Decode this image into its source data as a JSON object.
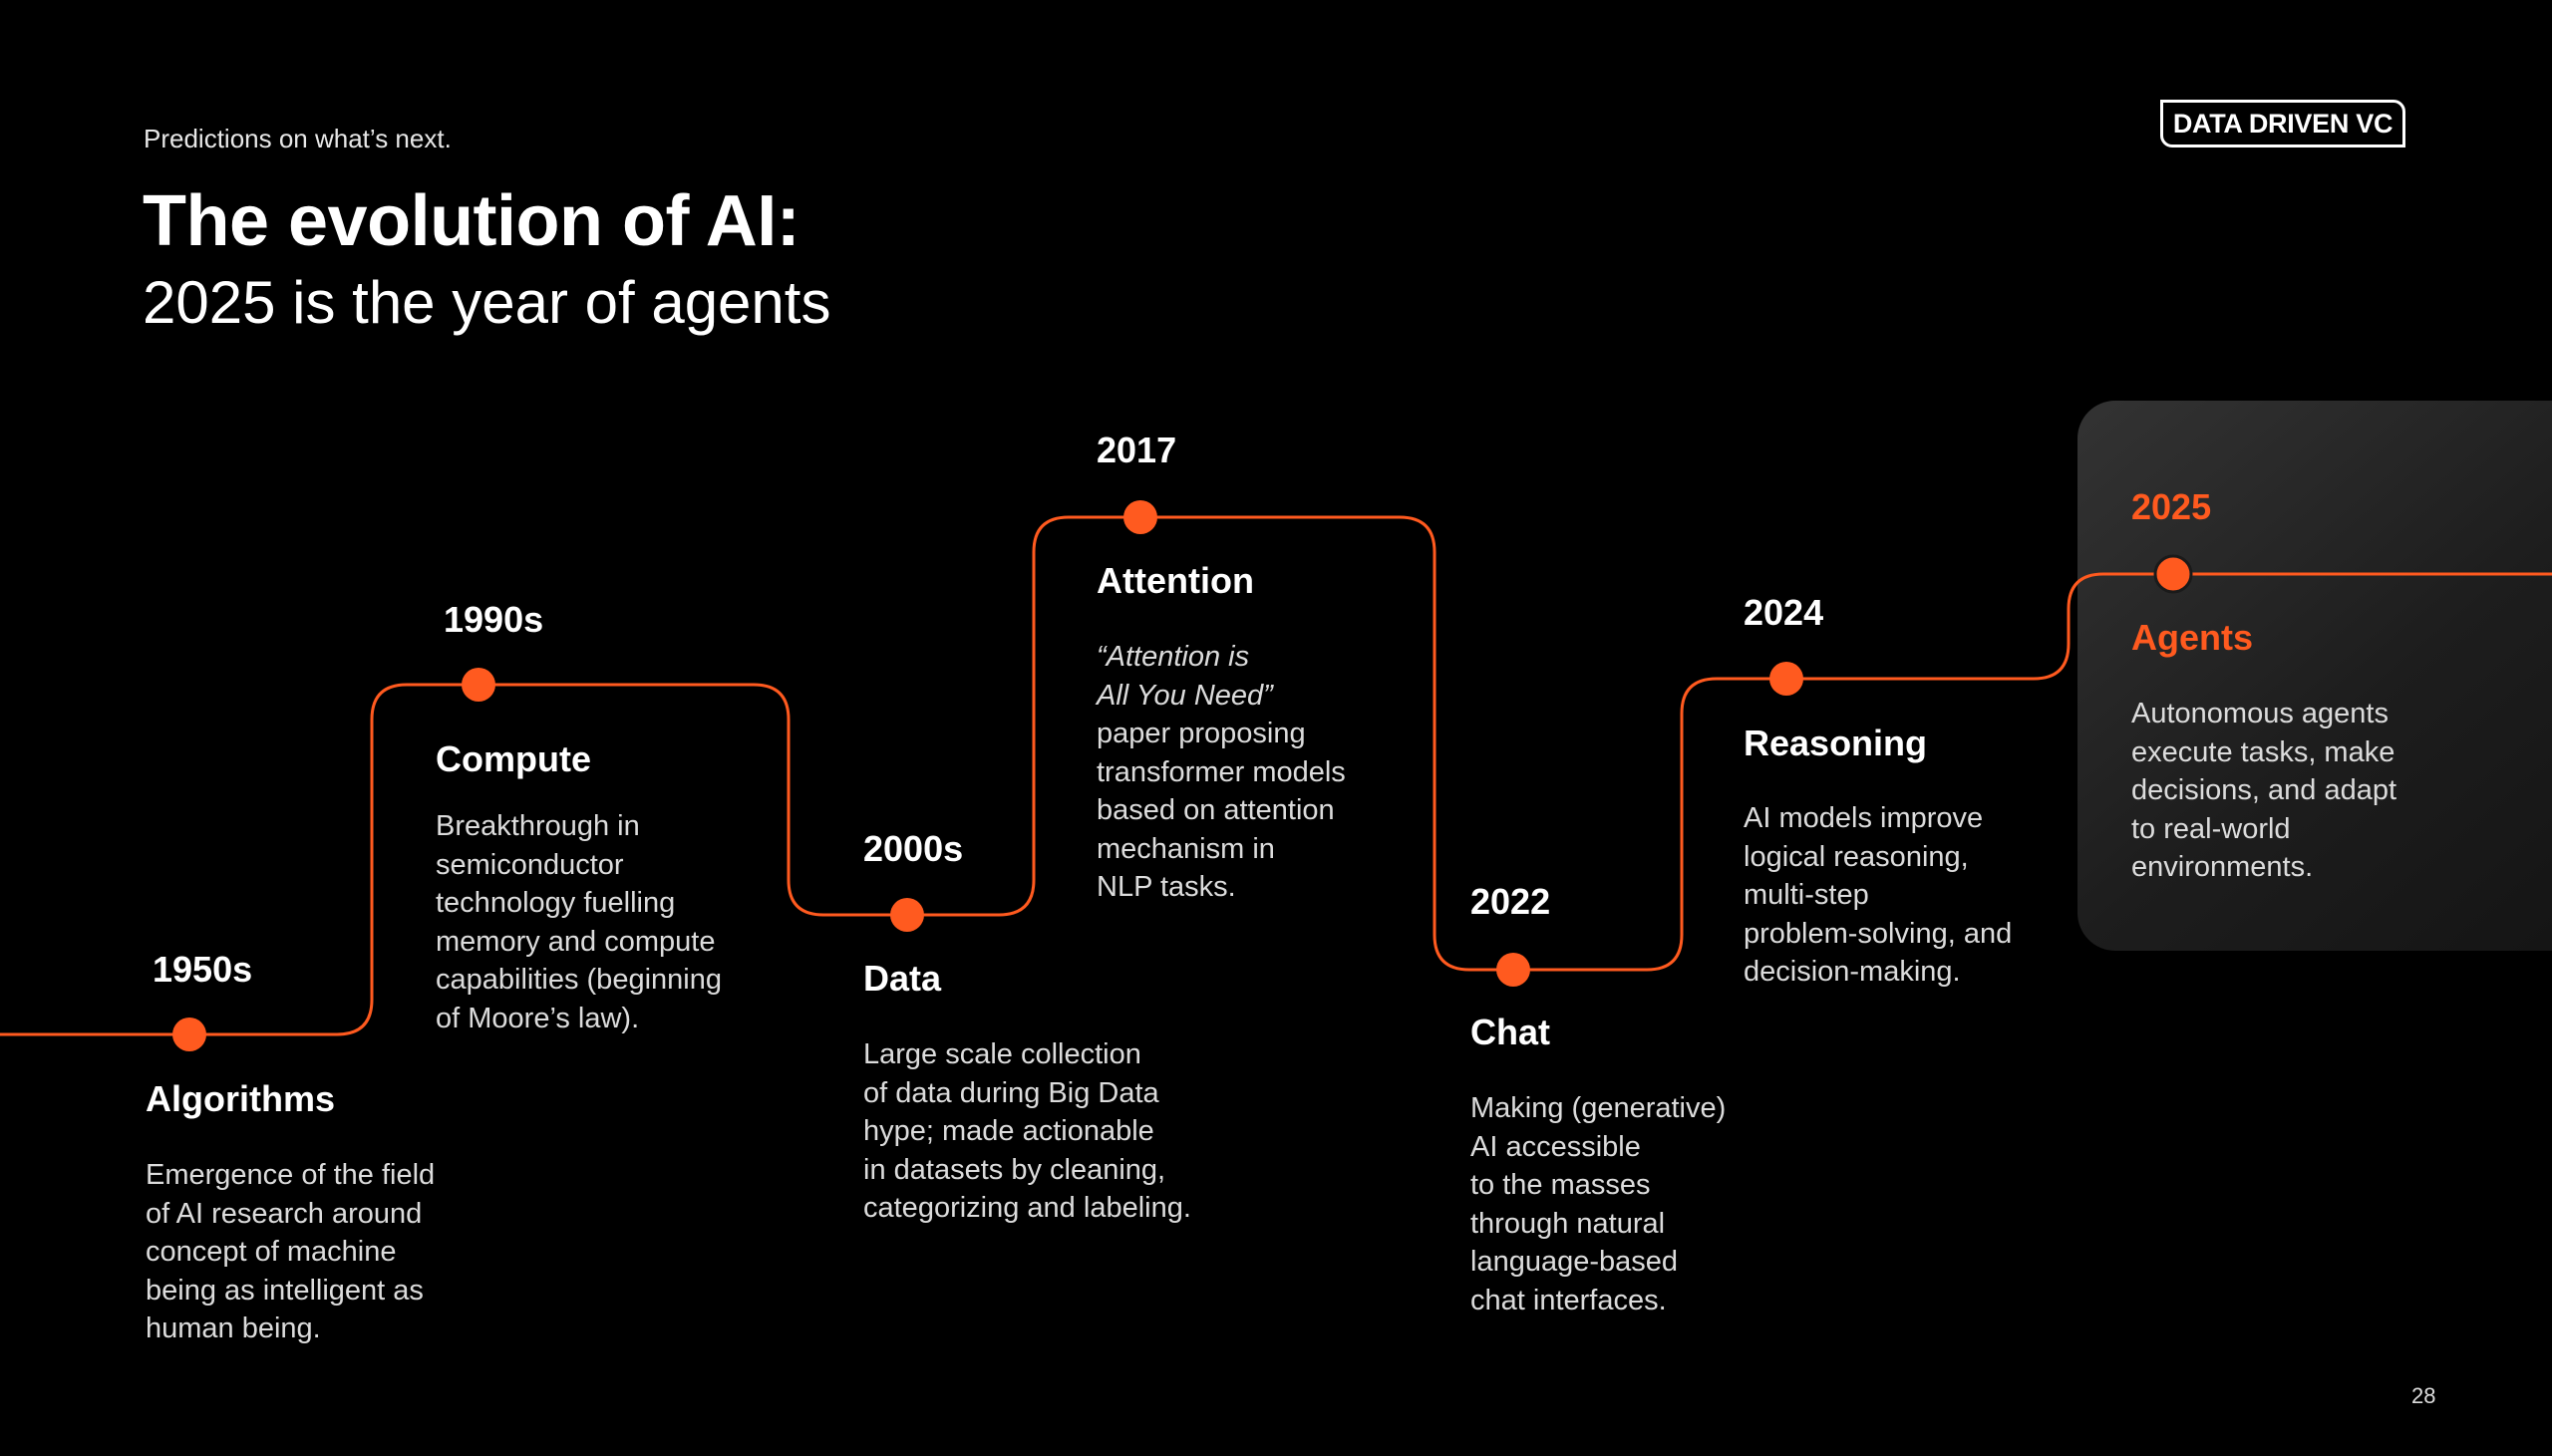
{
  "header": {
    "eyebrow": "Predictions on what’s next.",
    "title": "The evolution of AI:",
    "subtitle": "2025 is the year of agents"
  },
  "logo": {
    "text": "DATA DRIVEN VC"
  },
  "colors": {
    "accent": "#ff5a1f",
    "background": "#000000",
    "text": "#ffffff"
  },
  "milestones": [
    {
      "year": "1950s",
      "title": "Algorithms",
      "description": "Emergence of the field\nof AI research around\nconcept of machine\nbeing as intelligent as\nhuman being."
    },
    {
      "year": "1990s",
      "title": "Compute",
      "description": "Breakthrough in\nsemiconductor\ntechnology fuelling\nmemory and compute\ncapabilities (beginning\nof Moore’s law)."
    },
    {
      "year": "2000s",
      "title": "Data",
      "description": "Large scale collection\nof data during Big Data\nhype; made actionable\nin datasets by cleaning,\ncategorizing and labeling."
    },
    {
      "year": "2017",
      "title": "Attention",
      "quote": "“Attention is\nAll You Need”",
      "description": "paper proposing\ntransformer models\nbased on attention\nmechanism in\nNLP tasks."
    },
    {
      "year": "2022",
      "title": "Chat",
      "description": "Making (generative)\nAI accessible\nto the masses\nthrough natural\nlanguage-based\nchat interfaces."
    },
    {
      "year": "2024",
      "title": "Reasoning",
      "description": "AI models improve\nlogical reasoning,\nmulti-step\nproblem-solving, and\ndecision-making."
    },
    {
      "year": "2025",
      "title": "Agents",
      "description": "Autonomous agents\nexecute tasks, make\ndecisions, and adapt\nto real-world\nenvironments.",
      "highlighted": true
    }
  ],
  "page_number": "28"
}
